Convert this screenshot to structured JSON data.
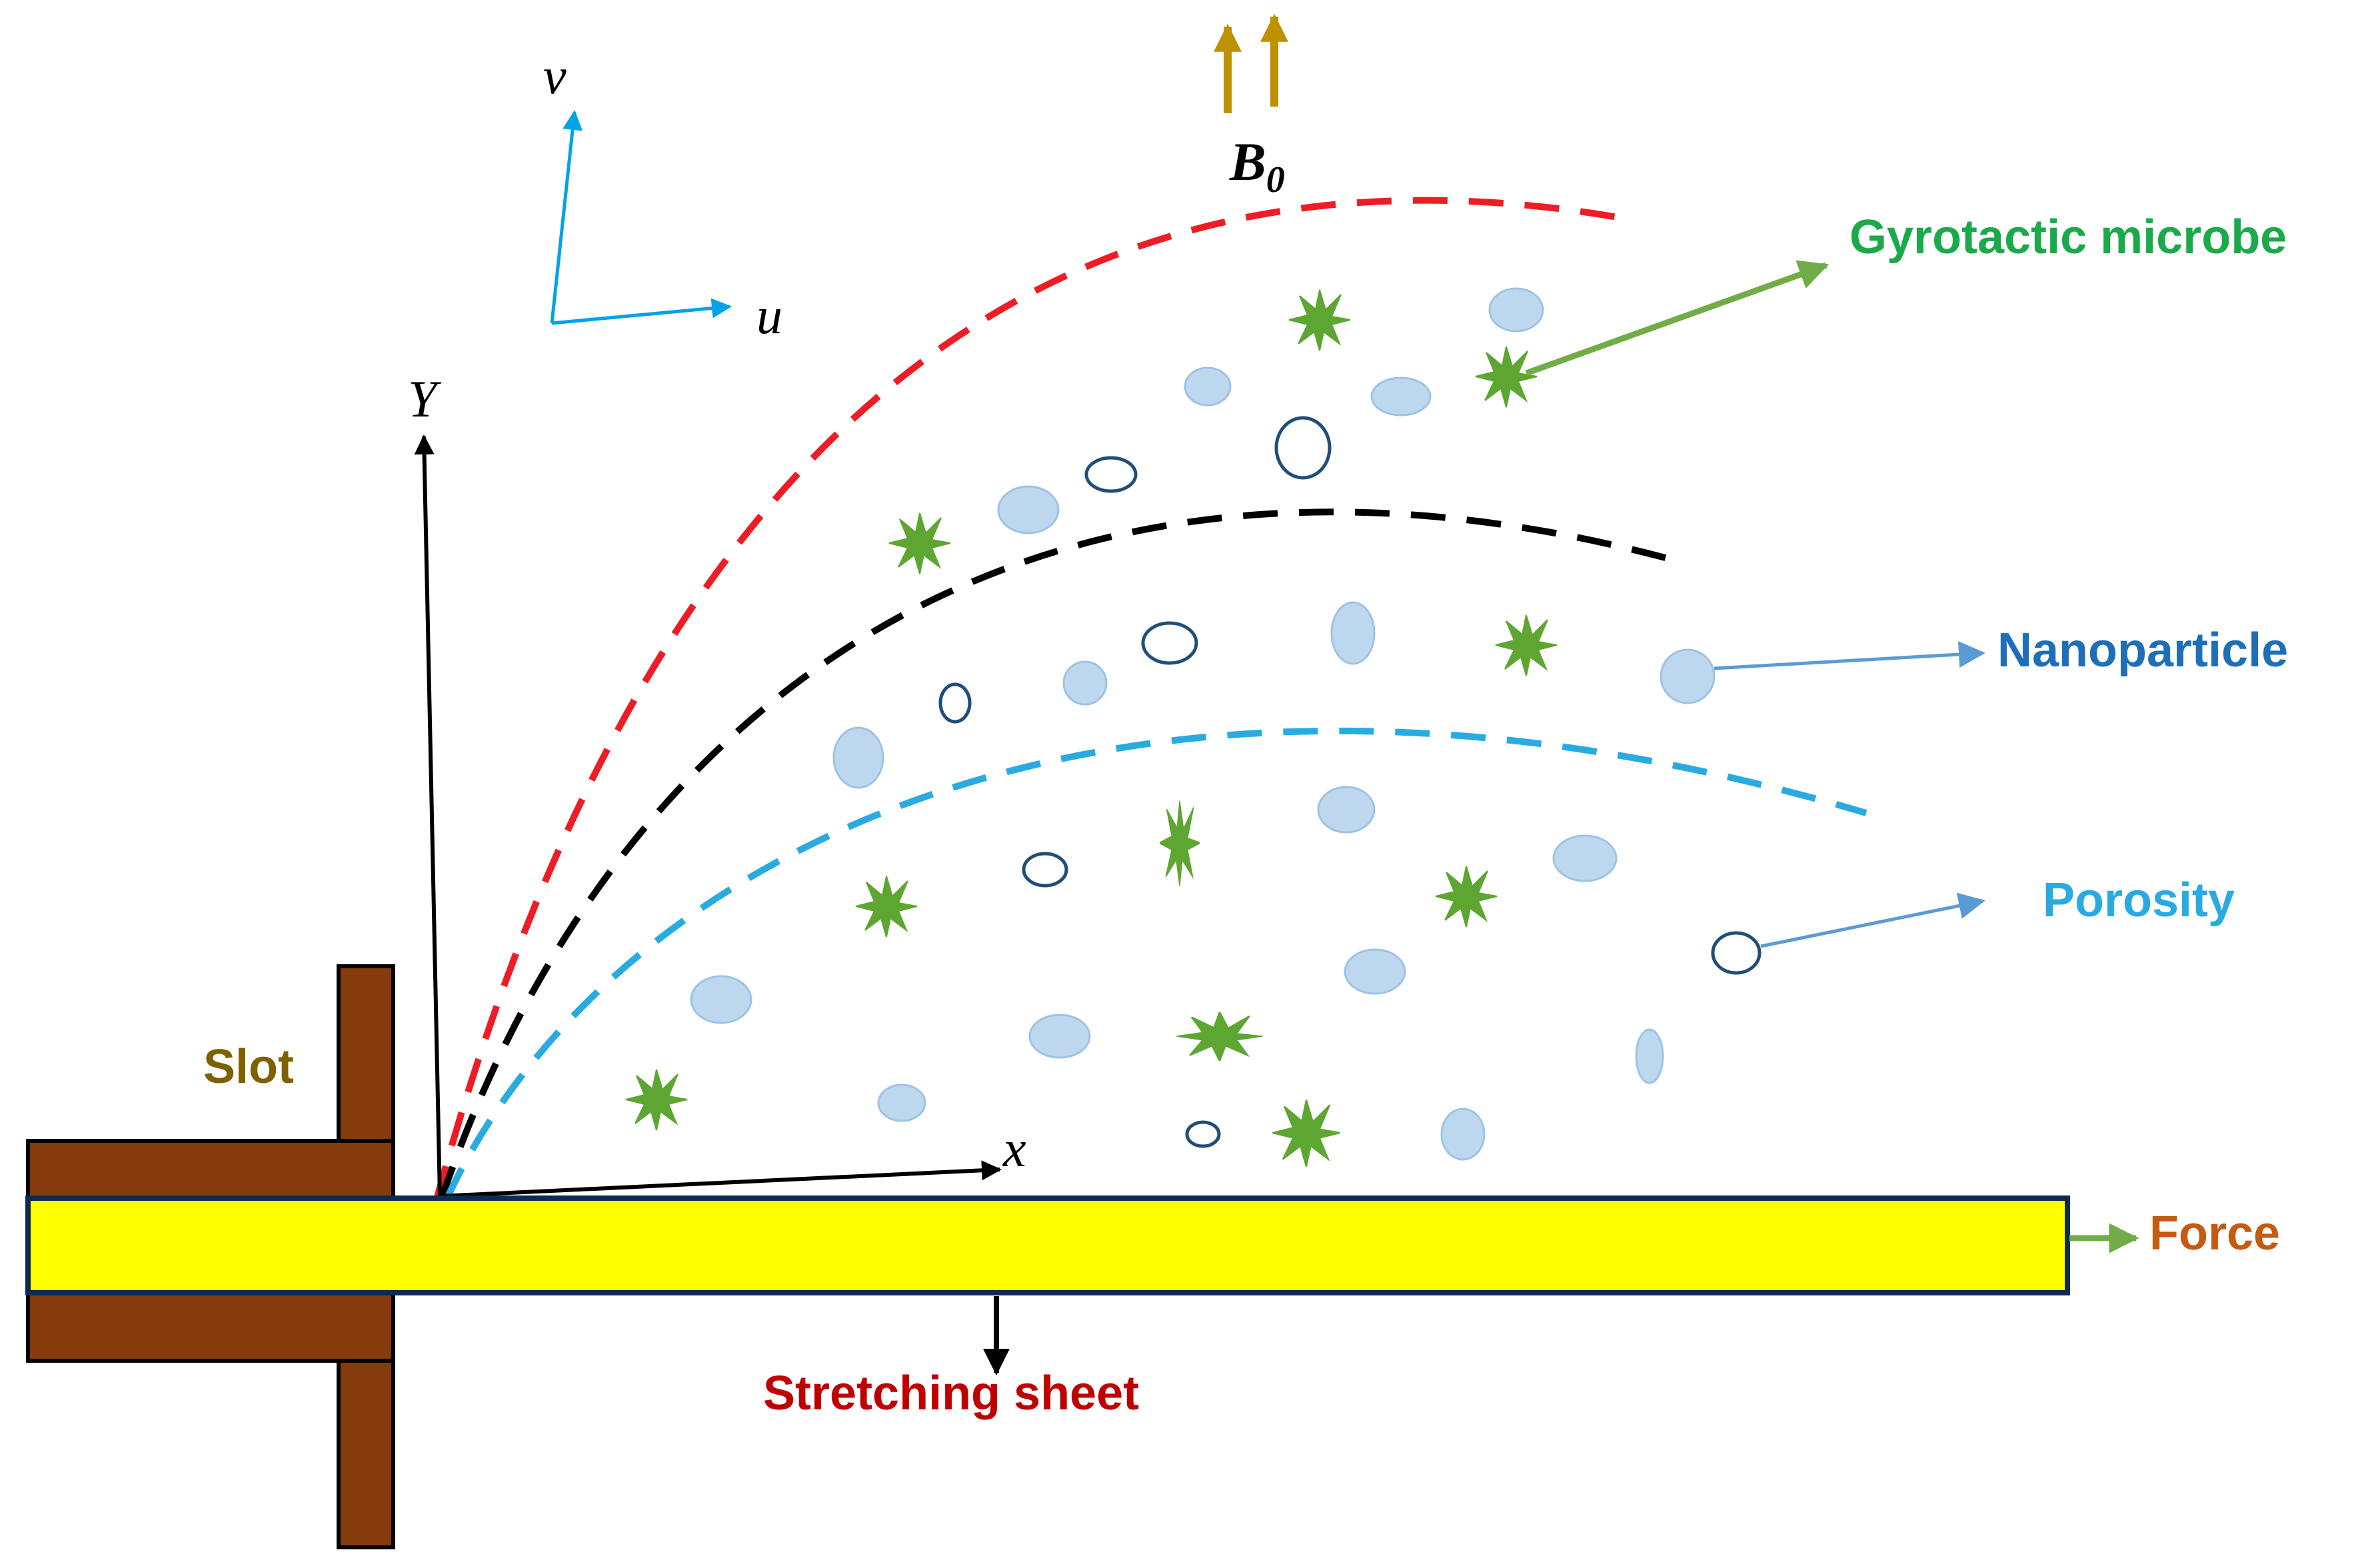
{
  "labels": {
    "v": "v",
    "u": "u",
    "b0_main": "B",
    "b0_sub": "0",
    "y_axis": "Y",
    "x_axis": "x",
    "gyrotactic_microbe": "Gyrotactic microbe",
    "nanoparticle": "Nanoparticle",
    "porosity": "Porosity",
    "slot": "Slot",
    "force": "Force",
    "stretching_sheet": "Stretching sheet"
  },
  "colors": {
    "red_boundary": "#ee1c24",
    "black_boundary": "#000000",
    "blue_boundary": "#29abe2",
    "sheet_fill": "#ffff00",
    "sheet_border": "#0f2a52",
    "slot_fill": "#843c0c",
    "microbe": "#5ea632",
    "nanoparticle_fill": "#bdd7ee",
    "porosity_stroke": "#1f4e79",
    "velocity_axes": "#00a2e8",
    "field_arrows": "#bf9000",
    "gyrotactic_label": "#1aaa4a",
    "nanoparticle_label": "#1f6fb8",
    "porosity_label": "#29abe2",
    "slot_label": "#7f6000",
    "force_label": "#c55a11",
    "stretching_label": "#c00000"
  }
}
